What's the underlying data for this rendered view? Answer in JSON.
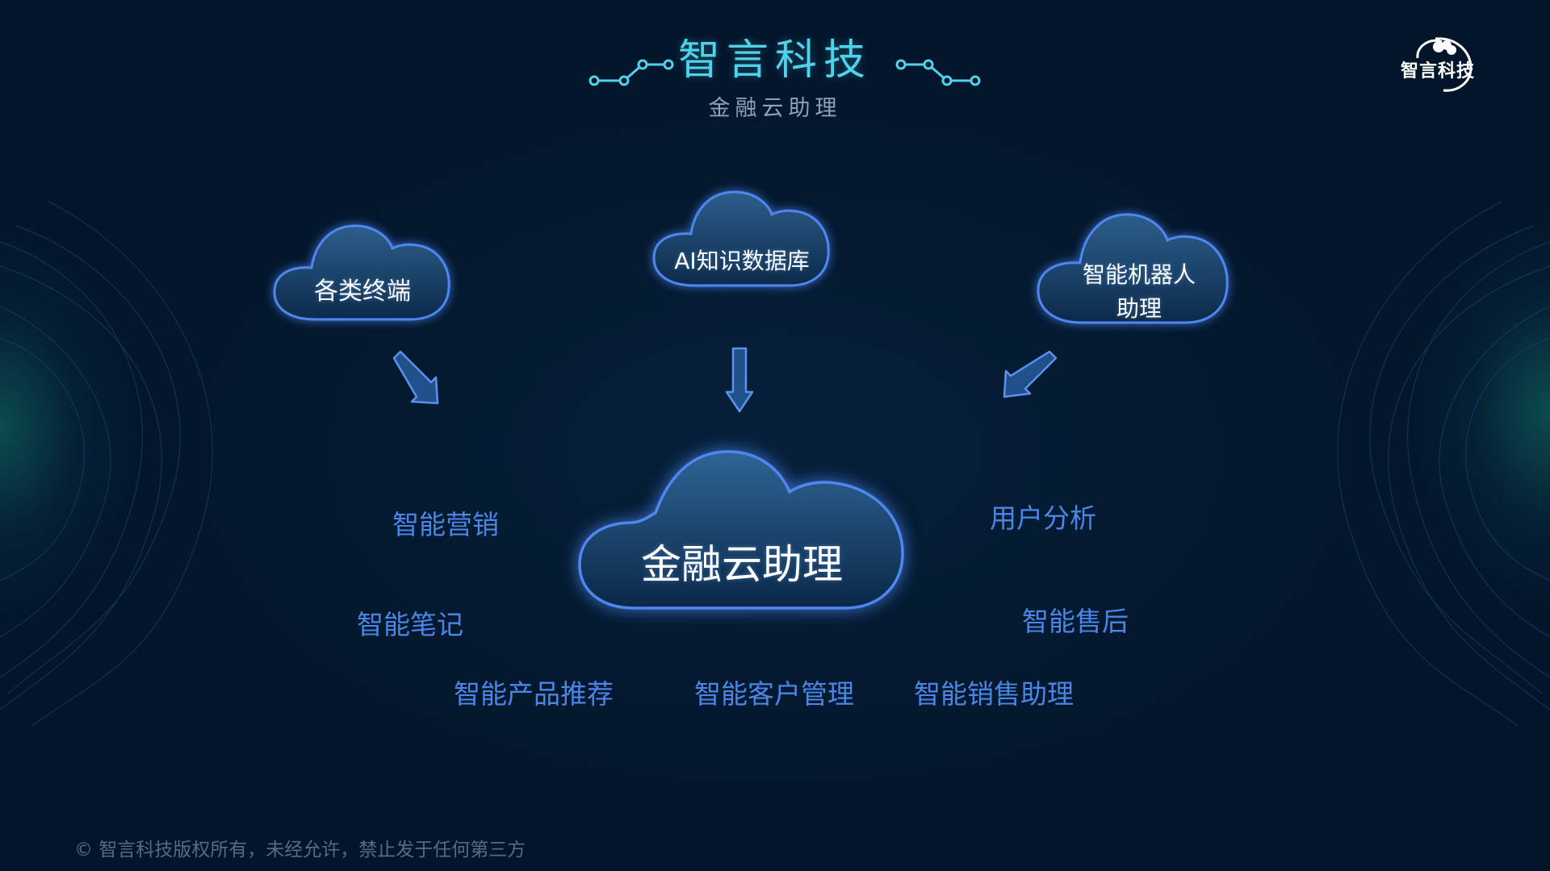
{
  "header": {
    "title": "智言科技",
    "subtitle": "金融云助理"
  },
  "logo": {
    "text": "智言科技",
    "icon": "brain-icon"
  },
  "diagram": {
    "center": "金融云助理",
    "sources": [
      "各类终端",
      "AI知识数据库",
      "智能机器人\n助理"
    ],
    "features": [
      "智能营销",
      "智能笔记",
      "智能产品推荐",
      "智能客户管理",
      "智能销售助理",
      "用户分析",
      "智能售后"
    ]
  },
  "footer": {
    "copyright": "© 智言科技版权所有，未经允许，禁止发于任何第三方"
  },
  "colors": {
    "background": "#03172b",
    "title": "#4fd2ea",
    "feature_text": "#4a86e8",
    "cloud_outline": "#4f86f0"
  }
}
